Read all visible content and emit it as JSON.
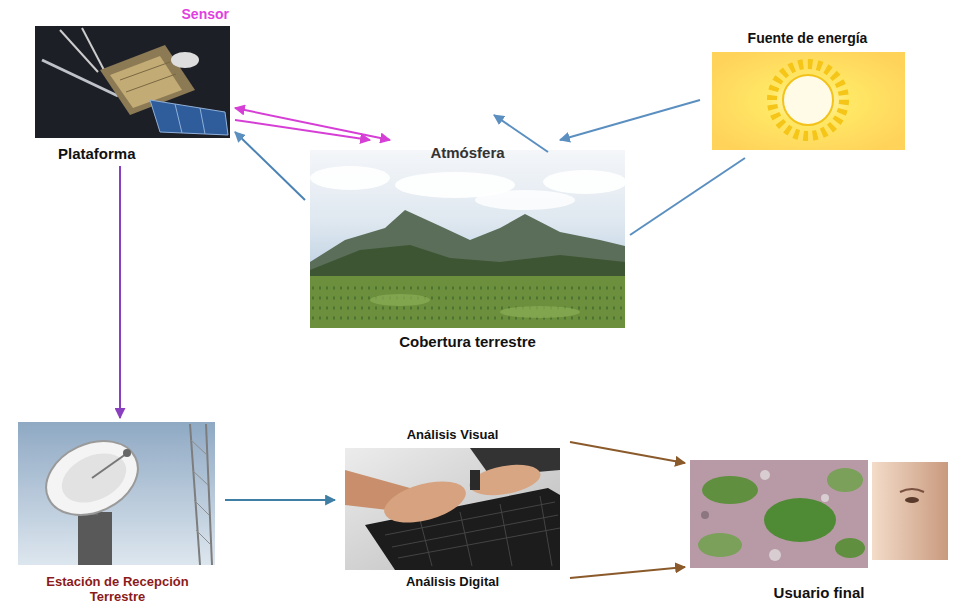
{
  "diagram": {
    "nodes": [
      {
        "text": [
          "Sensor",
          "Plataforma"
        ]
      },
      {
        "text": [
          "Fuente de energía"
        ]
      },
      {
        "text": [
          "Atmósfera",
          "Cobertura terrestre"
        ]
      },
      {
        "text": [
          "Estación de Recepción Terrestre"
        ]
      },
      {
        "text": [
          "Análisis Visual",
          "Análisis Digital"
        ]
      },
      {
        "text": [
          "Usuario final"
        ]
      }
    ],
    "edges": [
      {
        "from": 1,
        "to": 2,
        "arrow": "to"
      },
      {
        "from": 1,
        "to": 2,
        "arrow": "none"
      },
      {
        "from": 2,
        "to": 0,
        "arrow": "to"
      },
      {
        "from": 0,
        "to": 2,
        "arrow": "both"
      },
      {
        "from": 0,
        "to": 2,
        "arrow": "to"
      },
      {
        "from": 0,
        "to": 3,
        "arrow": "to"
      },
      {
        "from": 3,
        "to": 4,
        "arrow": "to"
      },
      {
        "from": 4,
        "to": 5,
        "arrow": "to"
      },
      {
        "from": 4,
        "to": 5,
        "arrow": "to"
      }
    ]
  }
}
